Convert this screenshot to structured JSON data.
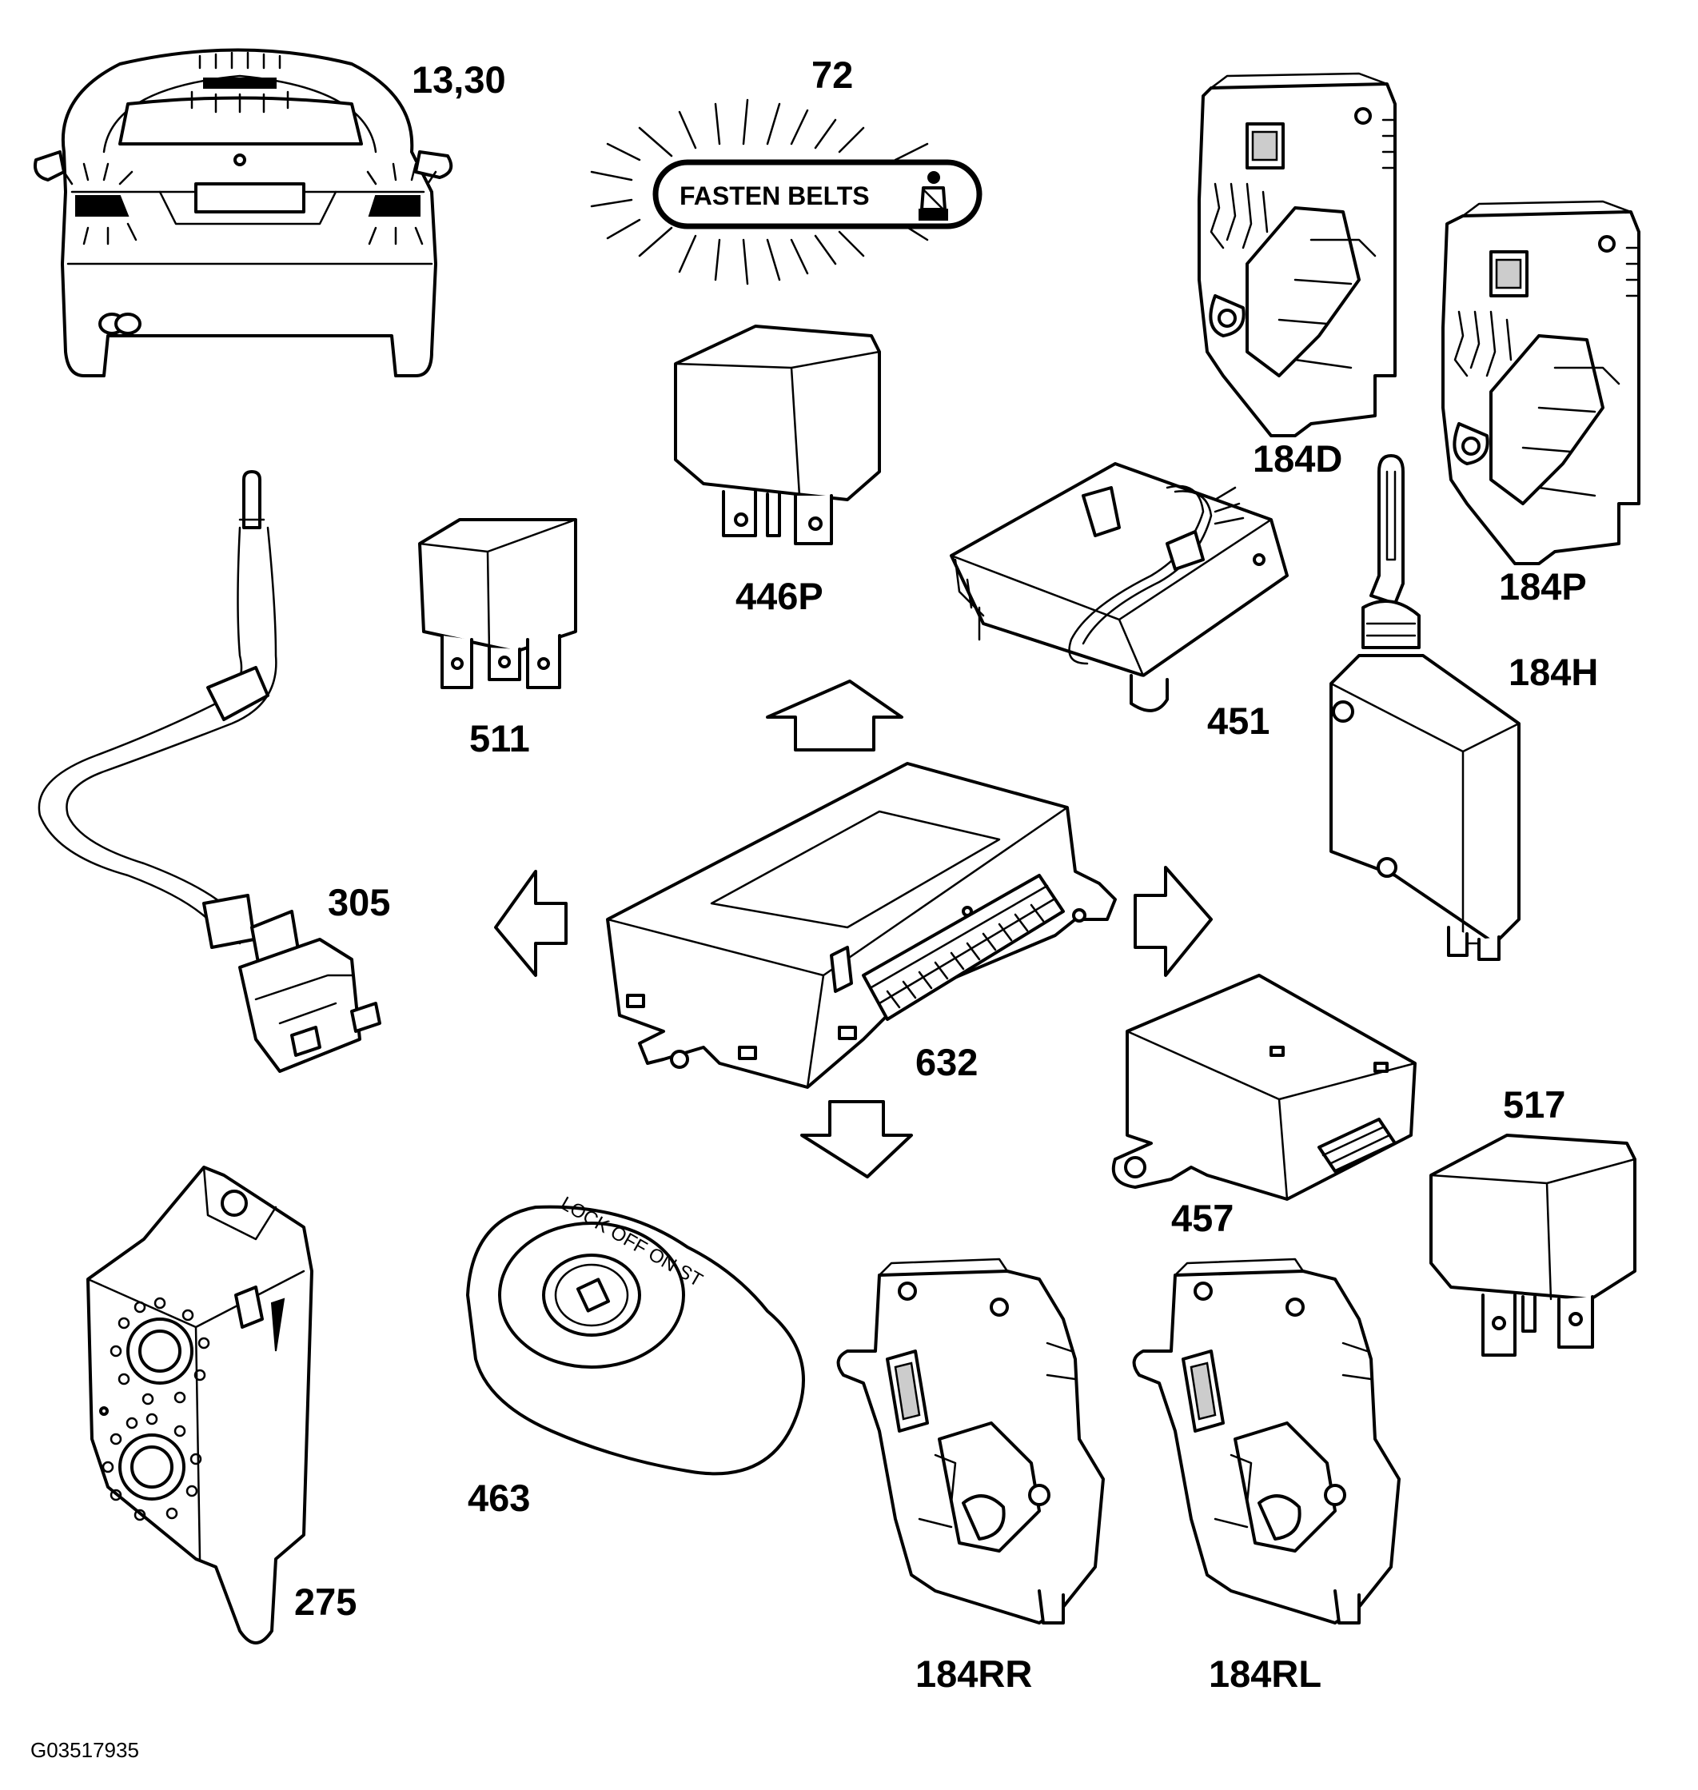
{
  "diagram": {
    "callouts": {
      "tail_lights": "13,30",
      "seatbelt_indicator": "72",
      "lock_front_driver": "184D",
      "lock_front_passenger": "184P",
      "lock_tailgate": "184H",
      "relay_446p": "446P",
      "relay_511": "511",
      "module_451": "451",
      "antenna_305": "305",
      "control_module_632": "632",
      "module_457": "457",
      "relay_517": "517",
      "siren_275": "275",
      "ignition_switch_463": "463",
      "lock_rear_right": "184RR",
      "lock_rear_left": "184RL"
    },
    "indicator_text": "FASTEN BELTS",
    "ignition_positions": "LOCK OFF ON ST",
    "figure_id": "G03517935"
  }
}
